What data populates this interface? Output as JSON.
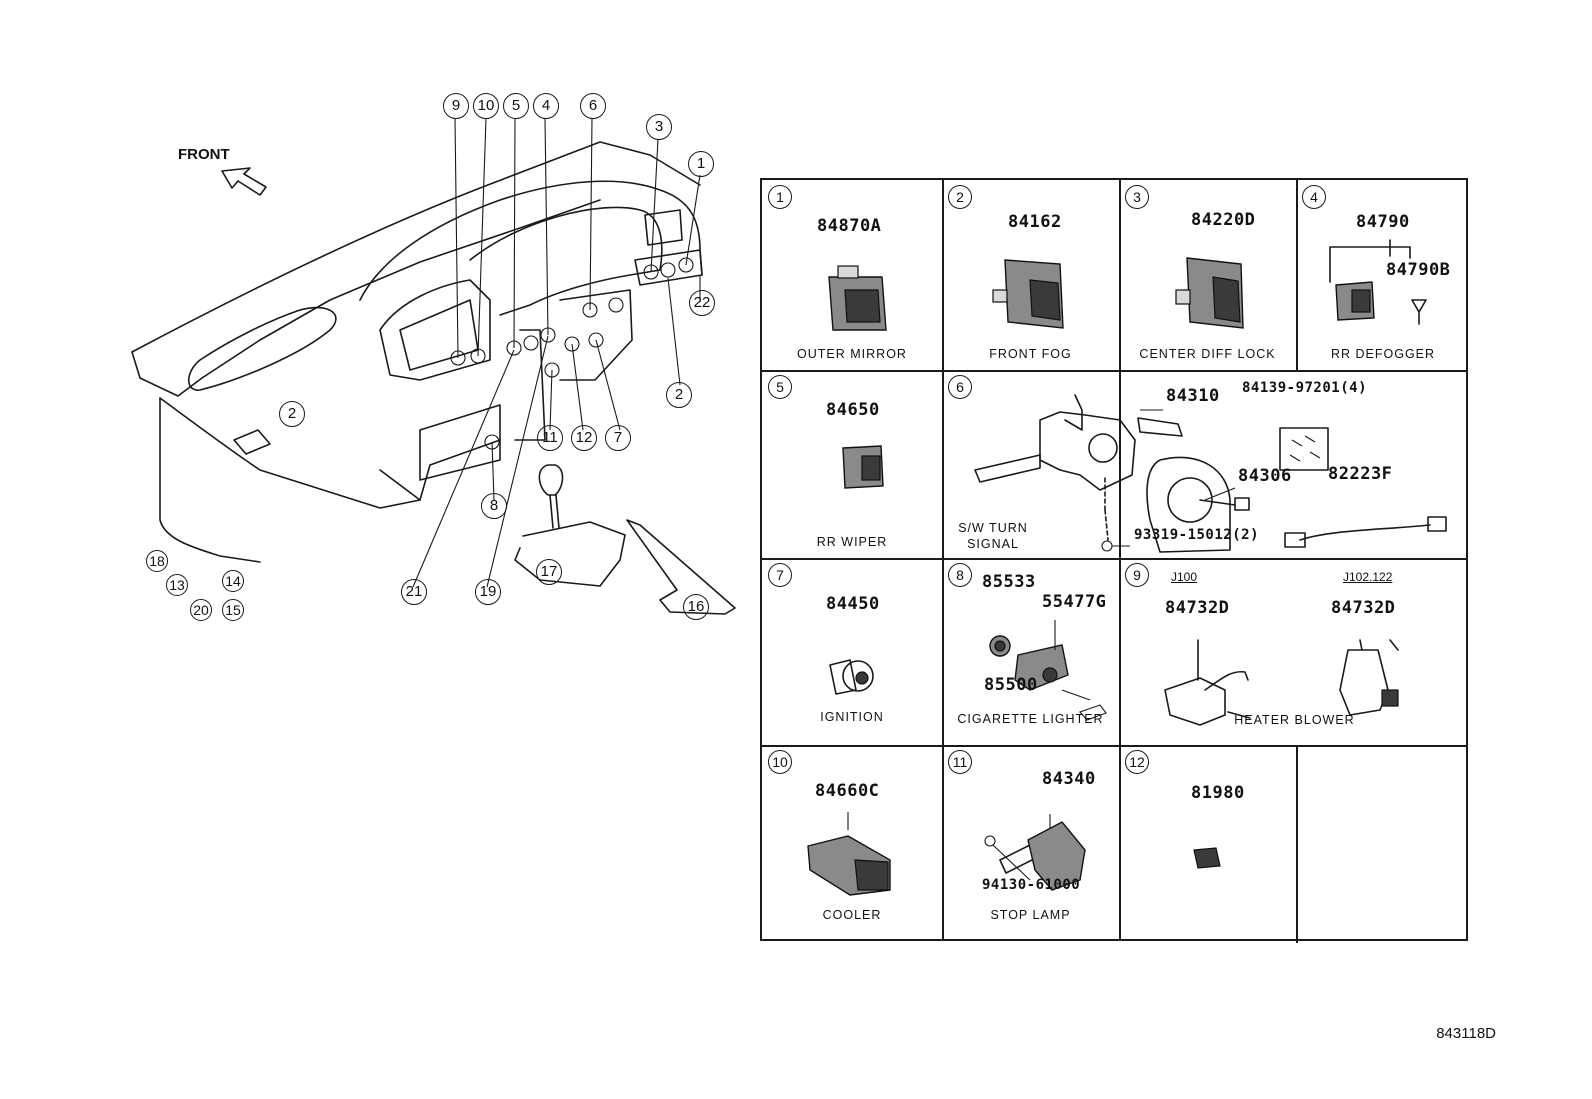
{
  "front_label": "FRONT",
  "diagram_ref": "843118D",
  "callouts": [
    "1",
    "2",
    "3",
    "4",
    "5",
    "6",
    "7",
    "8",
    "9",
    "10",
    "11",
    "12",
    "13",
    "14",
    "15",
    "16",
    "17",
    "18",
    "19",
    "20",
    "21",
    "22"
  ],
  "cells": [
    {
      "index": "1",
      "caption": "OUTER MIRROR",
      "parts": [
        "84870A"
      ]
    },
    {
      "index": "2",
      "caption": "FRONT FOG",
      "parts": [
        "84162"
      ]
    },
    {
      "index": "3",
      "caption": "CENTER DIFF LOCK",
      "parts": [
        "84220D"
      ]
    },
    {
      "index": "4",
      "caption": "RR DEFOGGER",
      "parts": [
        "84790",
        "84790B"
      ]
    },
    {
      "index": "5",
      "caption": "RR WIPER",
      "parts": [
        "84650"
      ]
    },
    {
      "index": "6",
      "caption": "S/W TURN\nSIGNAL",
      "parts": [
        "84310",
        "84139-97201(4)",
        "84306",
        "82223F",
        "93319-15012(2)"
      ]
    },
    {
      "index": "7",
      "caption": "IGNITION",
      "parts": [
        "84450"
      ]
    },
    {
      "index": "8",
      "caption": "CIGARETTE LIGHTER",
      "parts": [
        "85533",
        "55477G",
        "85500"
      ]
    },
    {
      "index": "9",
      "caption": "HEATER BLOWER",
      "parts": [
        "84732D",
        "84732D"
      ],
      "variants": [
        "J100",
        "J102.122"
      ]
    },
    {
      "index": "10",
      "caption": "COOLER",
      "parts": [
        "84660C"
      ]
    },
    {
      "index": "11",
      "caption": "STOP LAMP",
      "parts": [
        "84340",
        "94130-61000"
      ]
    },
    {
      "index": "12",
      "caption": "",
      "parts": [
        "81980"
      ]
    }
  ]
}
